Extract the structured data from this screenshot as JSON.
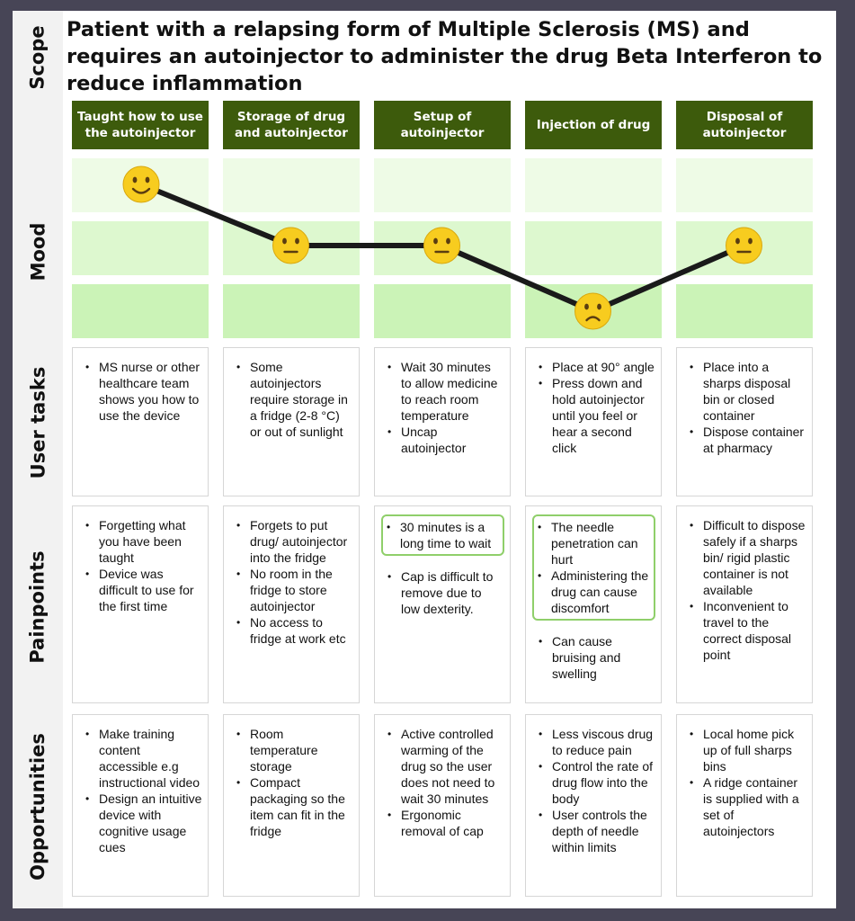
{
  "title": "Patient with a relapsing form of Multiple Sclerosis (MS) and requires an autoinjector to administer the drug Beta Interferon to reduce inflammation",
  "row_labels": {
    "scope": "Scope",
    "mood": "Mood",
    "tasks": "User tasks",
    "pain": "Painpoints",
    "opps": "Opportunities"
  },
  "stages": [
    "Taught how to use the autoinjector",
    "Storage of drug and autoinjector",
    "Setup of autoinjector",
    "Injection of drug",
    "Disposal of autoinjector"
  ],
  "mood": {
    "levels": [
      "happy",
      "neutral",
      "neutral",
      "sad",
      "neutral"
    ],
    "line_color": "#1a1a1a",
    "face_color": "#f7cc1f",
    "band_colors": [
      "#eefbe6",
      "#ddf8cf",
      "#cbf3b7"
    ]
  },
  "tasks": [
    [
      "MS nurse or other healthcare team shows you how to use the device"
    ],
    [
      "Some autoinjectors require storage in a fridge (2-8 °C) or out of sunlight"
    ],
    [
      "Wait 30 minutes to allow medicine to reach room temperature",
      "Uncap autoinjector"
    ],
    [
      "Place at 90° angle",
      "Press down and hold autoinjector until you feel or hear a second click"
    ],
    [
      "Place into a sharps disposal bin or closed container",
      "Dispose container at pharmacy"
    ]
  ],
  "pain": [
    {
      "highlight": [],
      "rest": [
        "Forgetting what you have been taught",
        "Device was difficult to use for the first time"
      ]
    },
    {
      "highlight": [],
      "rest": [
        "Forgets to put drug/ autoinjector into the fridge",
        "No room in the fridge to store autoinjector",
        "No access to fridge at work etc"
      ]
    },
    {
      "highlight": [
        "30 minutes is a long time to wait"
      ],
      "rest": [
        "Cap is difficult to remove due to low dexterity."
      ]
    },
    {
      "highlight": [
        "The needle penetration can hurt",
        "Administering the drug can cause discomfort"
      ],
      "rest": [
        "Can cause bruising and swelling"
      ]
    },
    {
      "highlight": [],
      "rest": [
        "Difficult to dispose safely if a sharps bin/ rigid plastic container is not available",
        "Inconvenient to travel to the correct disposal point"
      ]
    }
  ],
  "opps": [
    [
      "Make training content accessible e.g instructional video",
      "Design an intuitive device with cognitive usage cues"
    ],
    [
      "Room temperature storage",
      "Compact packaging so the item can fit in the fridge"
    ],
    [
      "Active controlled warming of the drug so the user does not need to wait 30 minutes",
      "Ergonomic removal of cap"
    ],
    [
      "Less viscous drug to reduce pain",
      "Control the rate of drug flow into the body",
      "User controls the depth of needle within limits"
    ],
    [
      "Local home pick up of full sharps bins",
      "A ridge container is supplied with a set of autoinjectors"
    ]
  ]
}
